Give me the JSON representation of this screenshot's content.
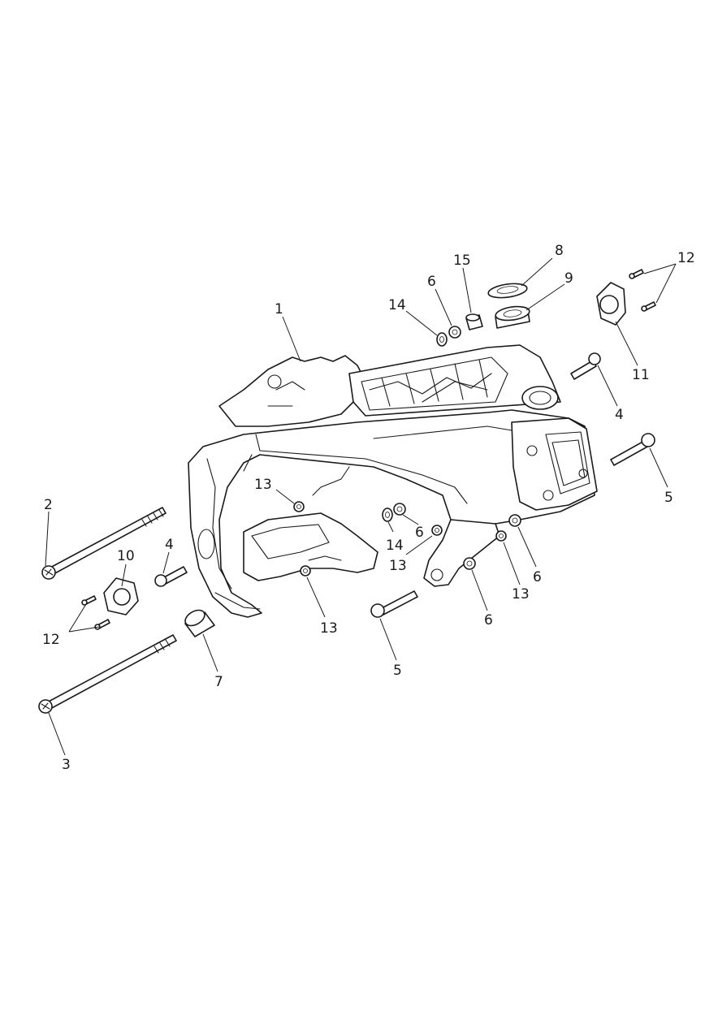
{
  "diagram": {
    "callouts": [
      {
        "id": "c1",
        "label": "1"
      },
      {
        "id": "c2",
        "label": "2"
      },
      {
        "id": "c3",
        "label": "3"
      },
      {
        "id": "c4a",
        "label": "4"
      },
      {
        "id": "c4b",
        "label": "4"
      },
      {
        "id": "c5a",
        "label": "5"
      },
      {
        "id": "c5b",
        "label": "5"
      },
      {
        "id": "c6a",
        "label": "6"
      },
      {
        "id": "c6b",
        "label": "6"
      },
      {
        "id": "c6c",
        "label": "6"
      },
      {
        "id": "c6d",
        "label": "6"
      },
      {
        "id": "c7",
        "label": "7"
      },
      {
        "id": "c8",
        "label": "8"
      },
      {
        "id": "c9",
        "label": "9"
      },
      {
        "id": "c10",
        "label": "10"
      },
      {
        "id": "c11",
        "label": "11"
      },
      {
        "id": "c12a",
        "label": "12"
      },
      {
        "id": "c12b",
        "label": "12"
      },
      {
        "id": "c13a",
        "label": "13"
      },
      {
        "id": "c13b",
        "label": "13"
      },
      {
        "id": "c13c",
        "label": "13"
      },
      {
        "id": "c13d",
        "label": "13"
      },
      {
        "id": "c14a",
        "label": "14"
      },
      {
        "id": "c14b",
        "label": "14"
      },
      {
        "id": "c15",
        "label": "15"
      }
    ]
  }
}
